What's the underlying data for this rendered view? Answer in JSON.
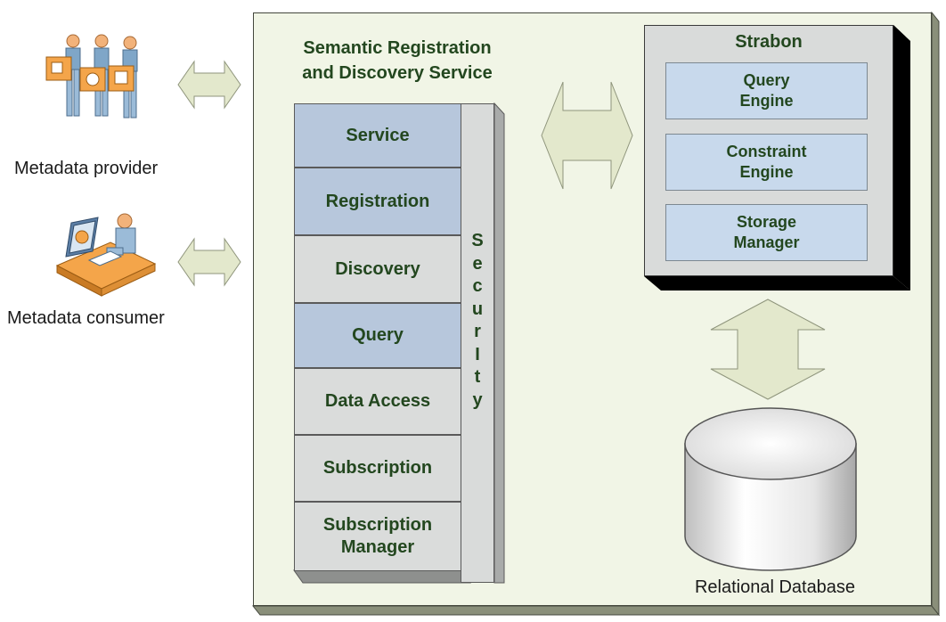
{
  "actors": {
    "provider_label": "Metadata provider",
    "consumer_label": "Metadata consumer"
  },
  "srds": {
    "title_line1": "Semantic Registration",
    "title_line2": "and Discovery Service",
    "rows": [
      {
        "line1": "Service",
        "line2": "",
        "fill": "blue"
      },
      {
        "line1": "Registration",
        "line2": "",
        "fill": "blue"
      },
      {
        "line1": "Discovery",
        "line2": "",
        "fill": "gray"
      },
      {
        "line1": "Query",
        "line2": "",
        "fill": "blue"
      },
      {
        "line1": "Data Access",
        "line2": "",
        "fill": "gray"
      },
      {
        "line1": "Subscription",
        "line2": "",
        "fill": "gray"
      },
      {
        "line1": "Subscription",
        "line2": "Manager",
        "fill": "gray"
      }
    ],
    "security_letters": [
      "S",
      "e",
      "c",
      "u",
      "r",
      "I",
      "t",
      "y"
    ]
  },
  "strabon": {
    "title": "Strabon",
    "engines": [
      {
        "line1": "Query",
        "line2": "Engine"
      },
      {
        "line1": "Constraint",
        "line2": "Engine"
      },
      {
        "line1": "Storage",
        "line2": "Manager"
      }
    ]
  },
  "database": {
    "label": "Relational Database"
  },
  "colors": {
    "panel_bg": "#f1f5e6",
    "arrow_fill": "#e3e8cc",
    "row_blue": "#b7c7dc",
    "row_gray": "#dadcdb",
    "engine_fill": "#c8d9ec",
    "label_text": "#23471f"
  }
}
